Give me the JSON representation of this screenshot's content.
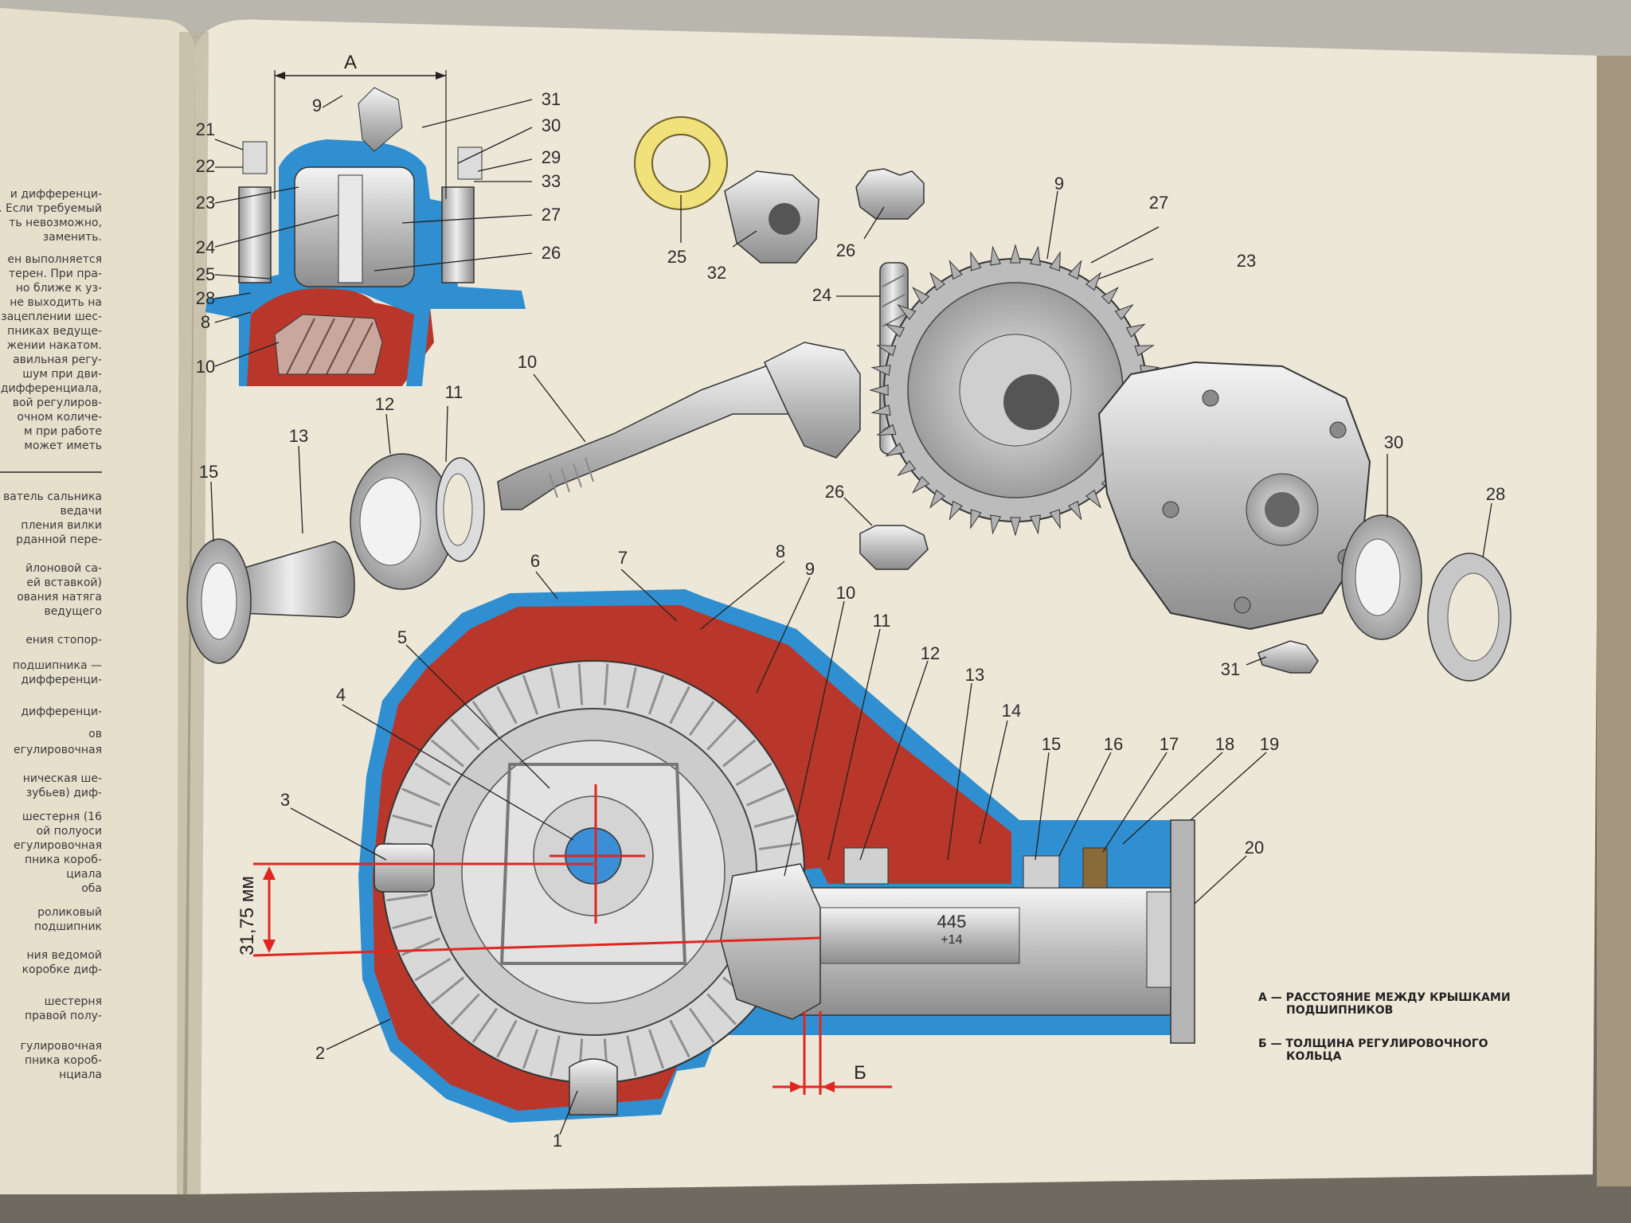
{
  "left_page": {
    "lines": [
      "и дифференци-",
      ". Если требуемый",
      "ть невозможно,",
      "заменить.",
      "ен выполняется",
      "терен. При пра-",
      "но ближе к уз-",
      "не выходить на",
      "зацеплении шес-",
      "пниках ведуще-",
      "жении накатом.",
      "авильная регу-",
      "шум при дви-",
      "дифференциала,",
      "вой регулиров-",
      "очном количе-",
      "м при работе",
      "может иметь",
      "ватель сальника",
      "ведачи",
      "пления вилки",
      "рданной пере-",
      "йлоновой са-",
      "ей вставкой)",
      "ования натяга",
      "ведущего",
      "ения стопор-",
      "подшипника —",
      "дифференци-",
      "дифференци-",
      "ов",
      "егулировочная",
      "ническая ше-",
      "зубьев) диф-",
      "шестерня (16",
      "ой полуоси",
      "егулировочная",
      "пника короб-",
      "циала",
      "оба",
      "роликовый",
      "подшипник",
      "ния ведомой",
      "коробке диф-",
      "шестерня",
      "правой полу-",
      "гулировочная",
      "пника короб-",
      "нциала"
    ]
  },
  "inset": {
    "dimension_label": "А",
    "callouts": [
      "9",
      "31",
      "30",
      "29",
      "33",
      "27",
      "26",
      "21",
      "22",
      "23",
      "24",
      "25",
      "28",
      "8",
      "10"
    ]
  },
  "exploded": {
    "callouts": [
      "25",
      "32",
      "26",
      "24",
      "9",
      "27",
      "23",
      "10",
      "12",
      "11",
      "13",
      "15",
      "26",
      "30",
      "28",
      "31"
    ],
    "gear_marking_1": "445",
    "gear_marking_2": "+14"
  },
  "section": {
    "callouts": [
      "6",
      "7",
      "8",
      "9",
      "10",
      "11",
      "12",
      "13",
      "14",
      "5",
      "4",
      "3",
      "15",
      "16",
      "17",
      "18",
      "19",
      "20",
      "2",
      "1"
    ],
    "dimension_value": "31,75 мм",
    "dimension_b": "Б"
  },
  "legend": {
    "item_a_1": "А — РАССТОЯНИЕ МЕЖДУ КРЫШКАМИ",
    "item_a_2": "ПОДШИПНИКОВ",
    "item_b_1": "Б — ТОЛЩИНА РЕГУЛИРОВОЧНОГО",
    "item_b_2": "КОЛЬЦА"
  },
  "colors": {
    "paper": "#ede7d8",
    "housing_blue": "#2f8fd0",
    "housing_red": "#b8372a",
    "dimension_red": "#e0261f",
    "metal": "#cfcfcf",
    "washer_yellow": "#f0e17a"
  }
}
